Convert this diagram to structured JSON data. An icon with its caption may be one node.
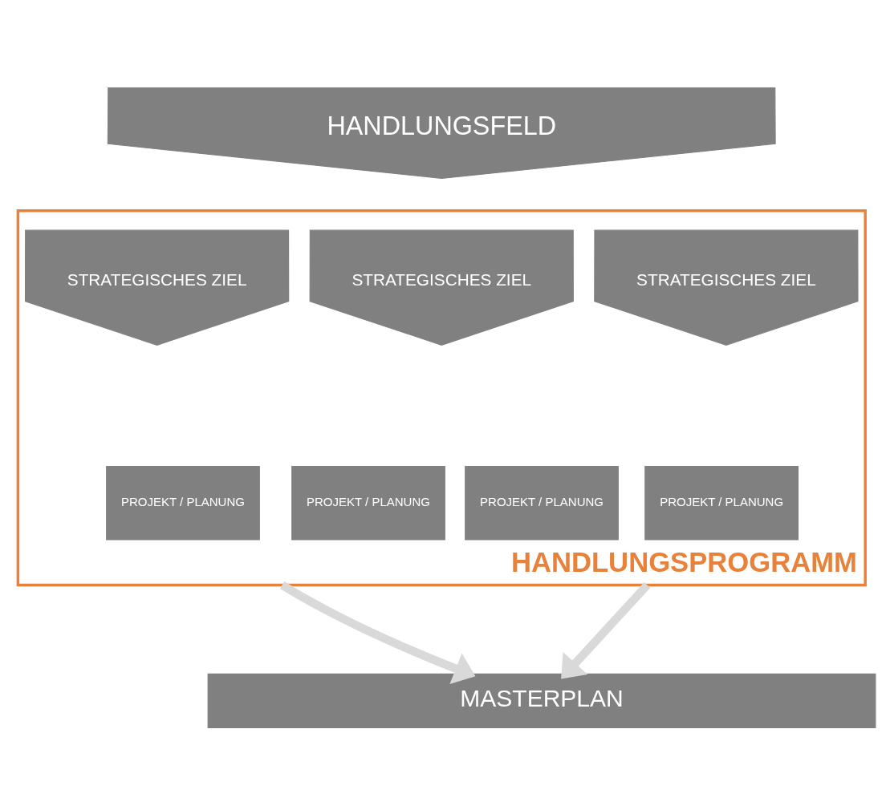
{
  "diagram": {
    "nodes": [
      {
        "text": [
          "HANDLUNGSFELD"
        ]
      },
      {
        "text": [
          "HANDLUNGSPROGRAMM"
        ]
      },
      {
        "text": [
          "STRATEGISCHES ZIEL"
        ],
        "in": 1
      },
      {
        "text": [
          "STRATEGISCHES ZIEL"
        ],
        "in": 1
      },
      {
        "text": [
          "STRATEGISCHES ZIEL"
        ],
        "in": 1
      },
      {
        "text": [
          "PROJEKT / PLANUNG"
        ],
        "in": 1
      },
      {
        "text": [
          "PROJEKT / PLANUNG"
        ],
        "in": 1
      },
      {
        "text": [
          "PROJEKT / PLANUNG"
        ],
        "in": 1
      },
      {
        "text": [
          "PROJEKT / PLANUNG"
        ],
        "in": 1
      },
      {
        "text": [
          "MASTERPLAN"
        ]
      }
    ],
    "edges": [
      {
        "from": 1,
        "to": 9,
        "arrow": "to"
      },
      {
        "from": 1,
        "to": 9,
        "arrow": "to"
      }
    ]
  }
}
